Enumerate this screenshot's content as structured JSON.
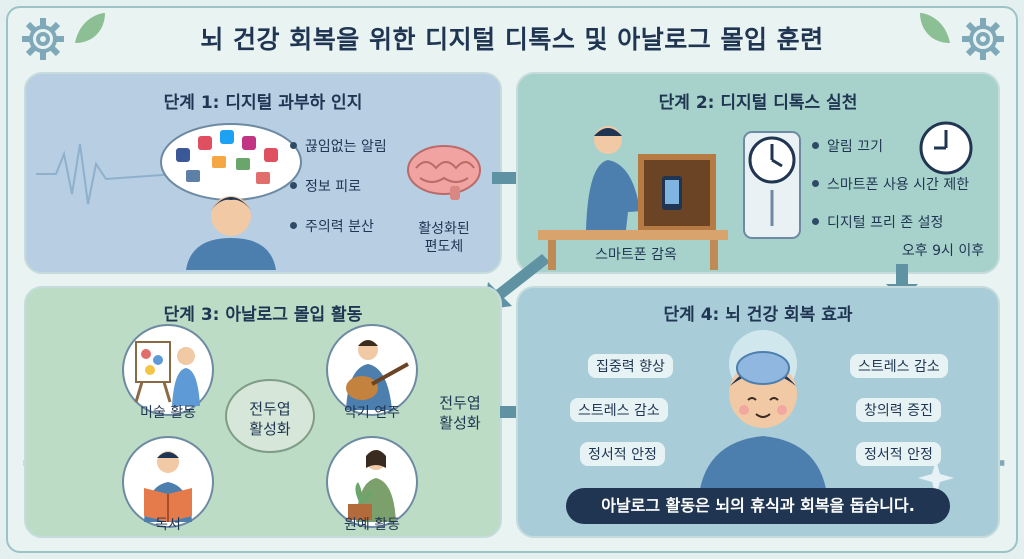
{
  "title": "뇌 건강 회복을 위한 디지털 디톡스 및 아날로그 몰입 훈련",
  "step1": {
    "title": "단계 1: 디지털 과부하 인지",
    "bullets": [
      "끊임없는 알림",
      "정보 피로",
      "주의력 분산"
    ],
    "brain_label_1": "활성화된",
    "brain_label_2": "편도체"
  },
  "step2": {
    "title": "단계 2: 디지털 디톡스 실천",
    "bullets": [
      "알림 끄기",
      "스마트폰 사용 시간 제한",
      "디지털 프리 존 설정"
    ],
    "box_label": "스마트폰 감옥",
    "time_note": "오후 9시 이후"
  },
  "step3": {
    "title": "단계 3: 아날로그 몰입 활동",
    "activities": [
      "미술 활동",
      "악기 연주",
      "독서",
      "원예 활동"
    ],
    "center_1": "전두엽",
    "center_2": "활성화",
    "side_1": "전두엽",
    "side_2": "활성화"
  },
  "step4": {
    "title": "단계 4: 뇌 건강 회복 효과",
    "left": [
      "집중력 향상",
      "스트레스 감소",
      "정서적 안정"
    ],
    "right": [
      "스트레스 감소",
      "창의력 증진",
      "정서적 안정"
    ],
    "banner": "아날로그 활동은 뇌의 휴식과 회복을 돕습니다."
  },
  "colors": {
    "step1_panel": "#b7cee3",
    "step2_panel": "#a7d2cb",
    "step3_panel": "#bcdcc5",
    "step4_panel": "#a8ccd8",
    "navy": "#1f3552",
    "arrow": "#5f93a3"
  },
  "icons": [
    "gear-icon",
    "leaf-icon",
    "brain-icon",
    "clock-icon",
    "smartphone-icon",
    "social-bubble-icon",
    "sparkle-icon"
  ]
}
